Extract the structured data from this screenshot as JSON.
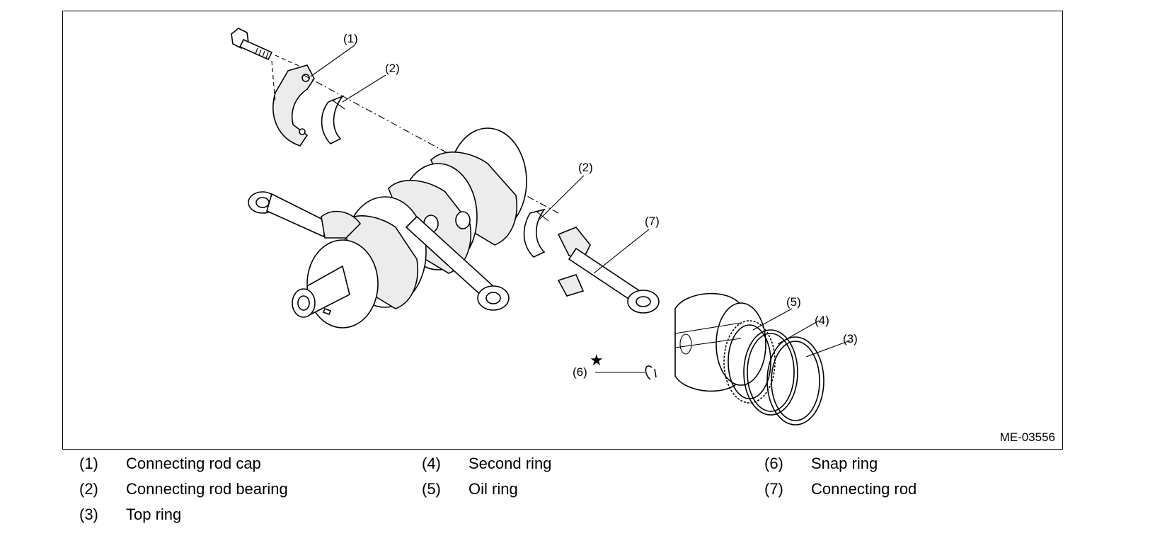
{
  "figure": {
    "id": "ME-03556",
    "callouts": {
      "c1": "(1)",
      "c2a": "(2)",
      "c2b": "(2)",
      "c3": "(3)",
      "c4": "(4)",
      "c5": "(5)",
      "c6": "(6)",
      "c7": "(7)"
    },
    "star": "★"
  },
  "legend": [
    {
      "num": "(1)",
      "label": "Connecting rod cap"
    },
    {
      "num": "(2)",
      "label": "Connecting rod bearing"
    },
    {
      "num": "(3)",
      "label": "Top ring"
    },
    {
      "num": "(4)",
      "label": "Second ring"
    },
    {
      "num": "(5)",
      "label": "Oil ring"
    },
    {
      "num": "(6)",
      "label": "Snap ring"
    },
    {
      "num": "(7)",
      "label": "Connecting rod"
    }
  ]
}
